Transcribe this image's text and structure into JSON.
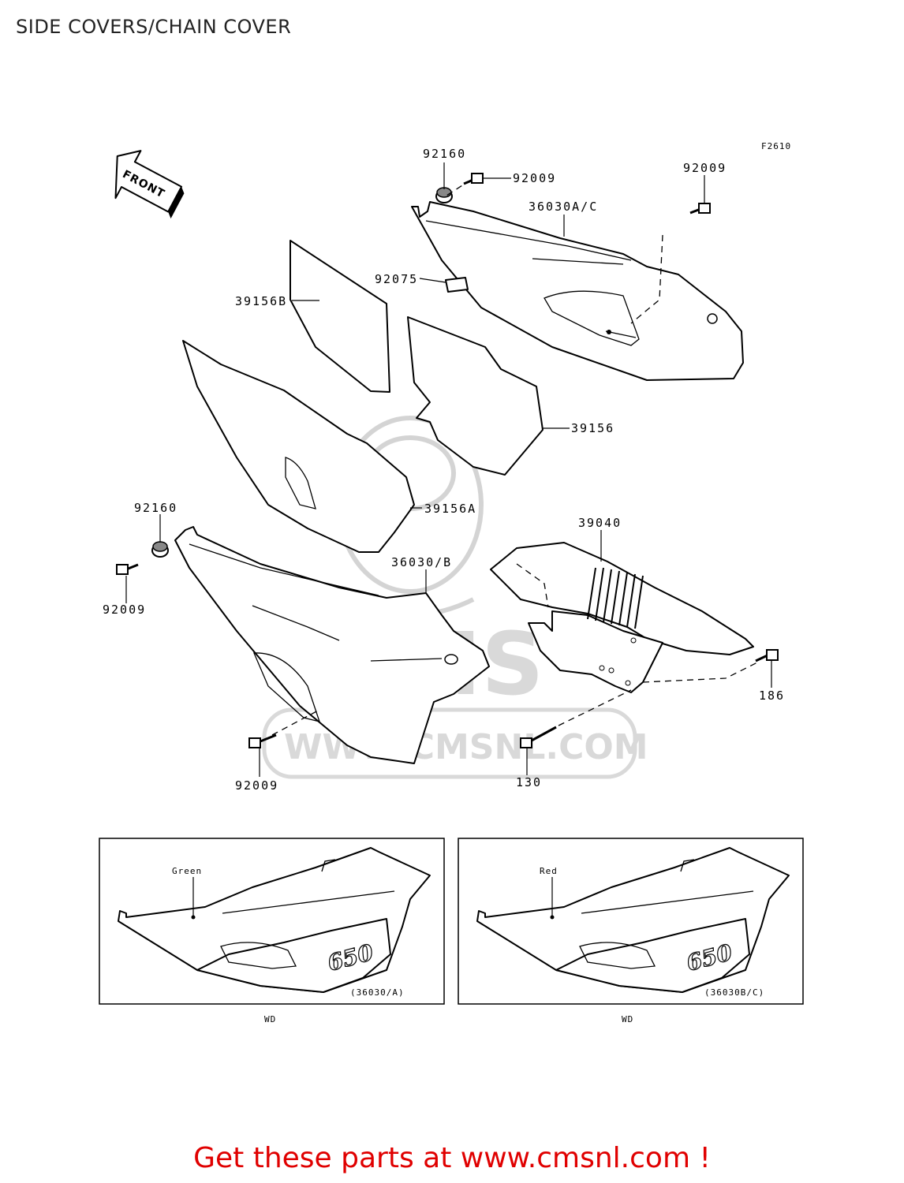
{
  "title": "SIDE COVERS/CHAIN COVER",
  "figure_code": "F2610",
  "front_arrow": "FRONT",
  "watermark": {
    "logo": "CMS",
    "url": "WWW.CMSNL.COM"
  },
  "callouts": {
    "c_92160_top": "92160",
    "c_92009_top1": "92009",
    "c_92009_top2": "92009",
    "c_36030ac": "36030A/C",
    "c_92075": "92075",
    "c_39156b": "39156B",
    "c_39156": "39156",
    "c_39156a": "39156A",
    "c_92160_left": "92160",
    "c_92009_left": "92009",
    "c_36030b": "36030/B",
    "c_39040": "39040",
    "c_186": "186",
    "c_92009_bottom": "92009",
    "c_130": "130"
  },
  "variants": [
    {
      "color": "Green",
      "code": "(36030/A)",
      "logo": "650",
      "market": "WD"
    },
    {
      "color": "Red",
      "code": "(36030B/C)",
      "logo": "650",
      "market": "WD"
    }
  ],
  "cta": "Get these parts at www.cmsnl.com !"
}
